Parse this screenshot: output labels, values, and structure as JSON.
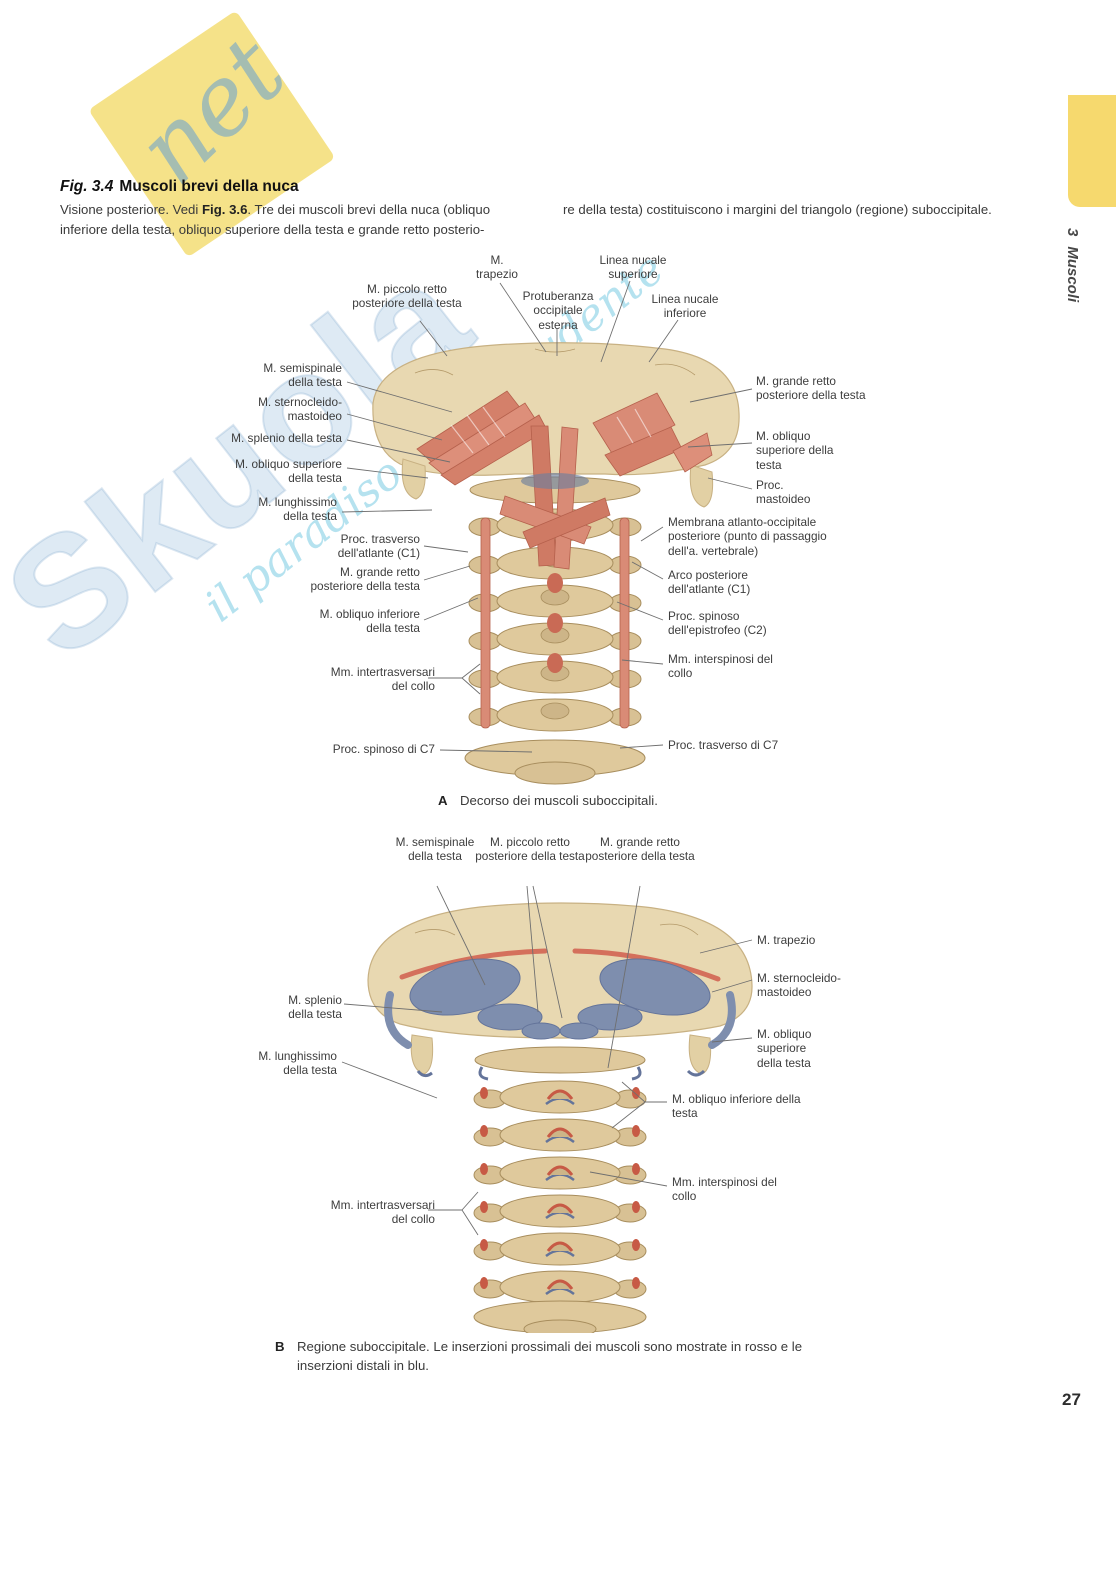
{
  "page": {
    "number": "27"
  },
  "sidebar_tab": {
    "number": "3",
    "label": "Muscoli"
  },
  "watermark": {
    "word": "Skuola",
    "net": "net",
    "tagline": "il paradiso dello studente"
  },
  "header": {
    "fig_label": "Fig. 3.4",
    "title": "Muscoli brevi della nuca",
    "intro_left_pre": "Visione posteriore. Vedi ",
    "intro_left_bold": "Fig. 3.6",
    "intro_left_post": ". Tre dei muscoli brevi della nuca (obliquo inferiore della testa, obliquo superiore della testa e grande retto posterio-",
    "intro_right": "re della testa) costituiscono i margini del triangolo (regione) suboccipitale."
  },
  "figureA": {
    "caption_letter": "A",
    "caption_text": "Decorso dei muscoli suboccipitali.",
    "labels": [
      {
        "text": "M. trapezio"
      },
      {
        "text": "Linea nucale superiore"
      },
      {
        "text": "M. piccolo retto posteriore della testa"
      },
      {
        "text": "Protuberanza occipitale esterna"
      },
      {
        "text": "Linea nucale inferiore"
      },
      {
        "text": "M. semispinale della testa"
      },
      {
        "text": "M. sternocleido­mastoideo"
      },
      {
        "text": "M. splenio della testa"
      },
      {
        "text": "M. obliquo superiore della testa"
      },
      {
        "text": "M. lunghissimo della testa"
      },
      {
        "text": "Proc. trasverso dell'atlante (C1)"
      },
      {
        "text": "M. grande retto posteriore della testa"
      },
      {
        "text": "M. obliquo inferiore della testa"
      },
      {
        "text": "Mm. intertrasversari del collo"
      },
      {
        "text": "Proc. spinoso di C7"
      },
      {
        "text": "M. grande retto posteriore della testa"
      },
      {
        "text": "M. obliquo superiore della testa"
      },
      {
        "text": "Proc. mastoideo"
      },
      {
        "text": "Membrana atlanto-occipitale posteriore (punto di passaggio dell'a. vertebrale)"
      },
      {
        "text": "Arco posteriore dell'atlante (C1)"
      },
      {
        "text": "Proc. spinoso dell'epistrofeo (C2)"
      },
      {
        "text": "Mm. interspinosi del collo"
      },
      {
        "text": "Proc. trasverso di C7"
      }
    ]
  },
  "figureB": {
    "caption_letter": "B",
    "caption_text": "Regione suboccipitale. Le inserzioni prossimali dei muscoli sono mostrate in rosso e le inserzioni distali in blu.",
    "labels": [
      {
        "text": "M. semispinale della testa"
      },
      {
        "text": "M. piccolo retto posteriore della testa"
      },
      {
        "text": "M. grande retto posteriore della testa"
      },
      {
        "text": "M. trapezio"
      },
      {
        "text": "M. sternocleido­mastoideo"
      },
      {
        "text": "M. obliquo superiore della testa"
      },
      {
        "text": "M. obliquo inferiore della testa"
      },
      {
        "text": "Mm. interspinosi del collo"
      },
      {
        "text": "M. splenio della testa"
      },
      {
        "text": "M. lunghissimo della testa"
      },
      {
        "text": "Mm. intertrasversari del collo"
      }
    ]
  },
  "colors": {
    "tab_yellow": "#f6d96e",
    "bone": "#e8d8b1",
    "muscle_red": "#d98b76",
    "insertion_red": "#c75a45",
    "insertion_blue": "#7e8eae"
  }
}
